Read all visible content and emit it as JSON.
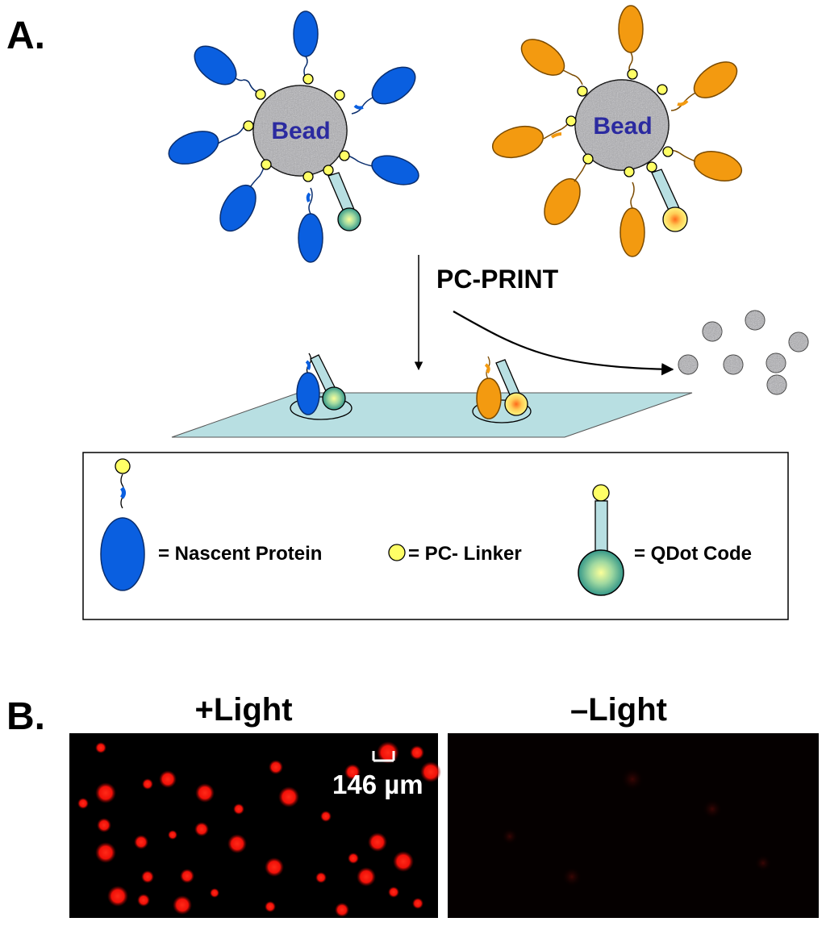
{
  "panel_a": {
    "label": "A.",
    "bead_label": "Bead",
    "process_label": "PC-PRINT"
  },
  "legend": {
    "protein_label": "= Nascent Protein",
    "linker_label": "= PC- Linker",
    "qdot_label": "= QDot Code"
  },
  "panel_b": {
    "label": "B.",
    "plus_light_title": "+Light",
    "minus_light_title": "–Light",
    "scale_label": "146 µm"
  },
  "colors": {
    "protein_blue": "#0a5fe0",
    "protein_orange": "#f39a10",
    "linker_yellow": "#ffff66",
    "bead_gray": "#a9a9ad",
    "slide": "#b8dfe2",
    "qdot_teal": "#2a8f82",
    "spot_red": "#ff1a10",
    "bead_text": "#2b2aa0"
  }
}
